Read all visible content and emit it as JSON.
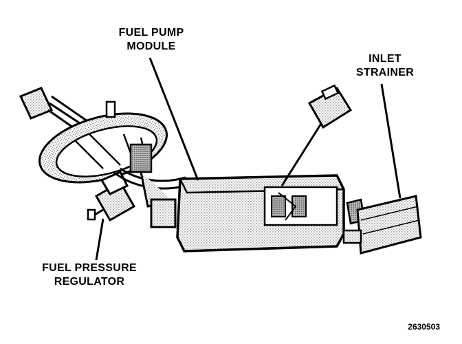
{
  "labels": {
    "fuel_pump_module": [
      "FUEL PUMP",
      "MODULE"
    ],
    "inlet_strainer": [
      "INLET",
      "STRAINER"
    ],
    "fuel_pressure_regulator": [
      "FUEL PRESSURE",
      "REGULATOR"
    ]
  },
  "figure_number": "2630503"
}
